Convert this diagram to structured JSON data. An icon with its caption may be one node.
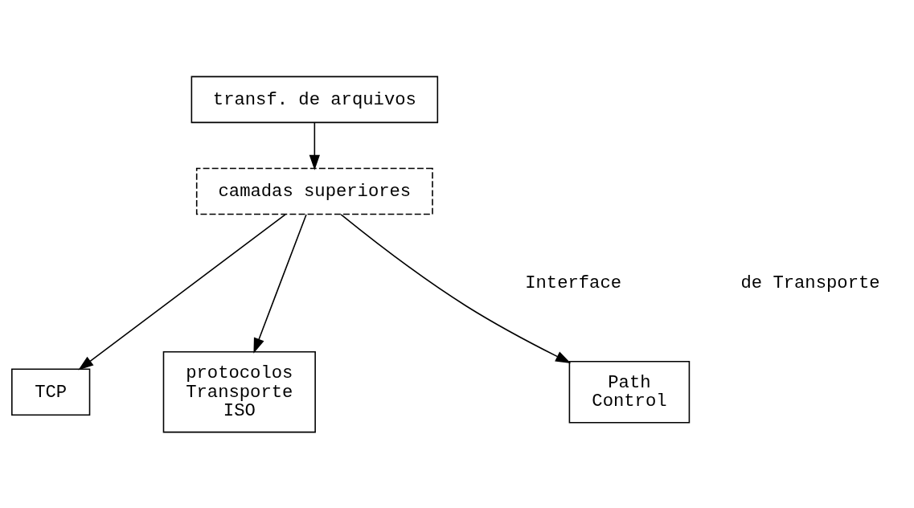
{
  "diagram": {
    "nodes": [
      {
        "text": [
          "transf. de arquivos"
        ]
      },
      {
        "text": [
          "camadas superiores"
        ]
      },
      {
        "text": [
          "TCP"
        ]
      },
      {
        "text": [
          "protocolos Transporte ISO"
        ]
      },
      {
        "text": [
          "Path Control"
        ]
      }
    ],
    "edges": [
      {
        "from": 0,
        "to": 1,
        "arrow": "to"
      },
      {
        "from": 1,
        "to": 2,
        "arrow": "to"
      },
      {
        "from": 1,
        "to": 3,
        "arrow": "to"
      },
      {
        "from": 1,
        "to": 4,
        "arrow": "to"
      }
    ],
    "labels": [
      "Interface",
      "de Transporte"
    ]
  }
}
